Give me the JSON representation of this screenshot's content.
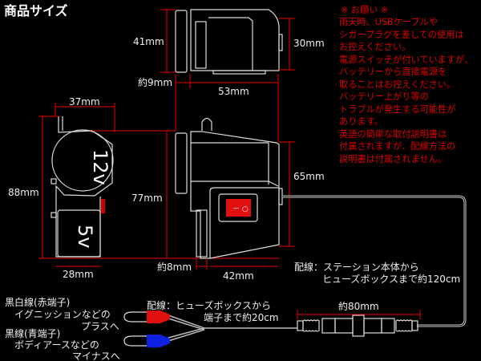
{
  "title": "商品サイズ",
  "dimensions": {
    "top_height": "41mm",
    "top_body_height": "30mm",
    "plate_depth": "約9mm",
    "body_width": "53mm",
    "front_width": "37mm",
    "front_height": "88mm",
    "bottom_width": "28mm",
    "side_height": "77mm",
    "side_body_height": "65mm",
    "side_plate": "約8mm",
    "side_bottom": "42mm",
    "connector_length": "約80mm"
  },
  "socket_labels": {
    "upper": "12v",
    "lower": "5v"
  },
  "switch": {
    "label": "－ ○",
    "color": "#e01010"
  },
  "notes": {
    "cable_main": [
      "配線：ステーション本体から",
      "ヒューズボックスまで約120cm"
    ],
    "cable_fuse": [
      "配線：ヒューズボックスから",
      "端子まで約20cm"
    ],
    "red_terminal": [
      "黒白線(赤端子)",
      "イグニッションなどの",
      "プラスへ"
    ],
    "blue_terminal": [
      "黒線(青端子)",
      "ボディアースなどの",
      "マイナスへ"
    ]
  },
  "warning": [
    "※ お願い ※",
    "雨天時、USBケーブルや",
    "シガープラグを差しての使用は",
    "お控えください。",
    "電源スイッチが付いていますが、",
    "バッテリーから直接電源を",
    "取ることはお控えください。",
    "バッテリー上がり等の",
    "トラブルが発生する可能性が",
    "あります。",
    "英語の簡単な取付説明書は",
    "付属されますが、配線方法の",
    "説明書は付属されません。"
  ]
}
